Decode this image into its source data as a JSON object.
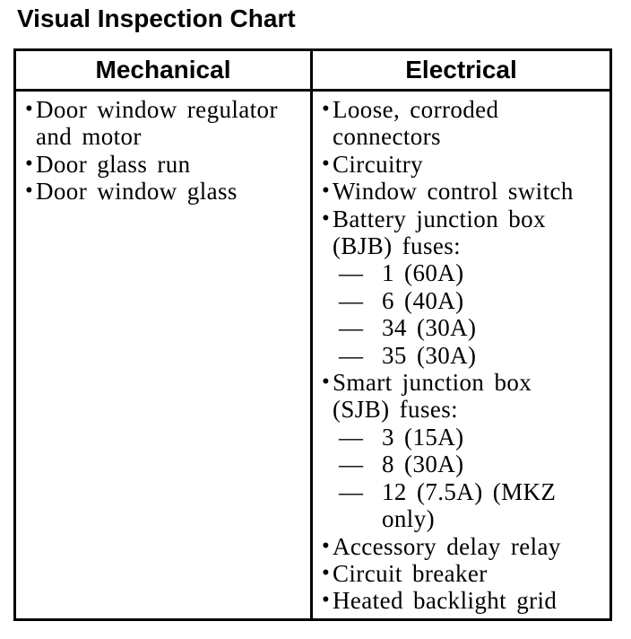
{
  "page": {
    "title": "Visual Inspection Chart",
    "background_color": "#ffffff",
    "text_color": "#000000",
    "border_color": "#000000"
  },
  "icons": {
    "bullet": "•",
    "dash": "—"
  },
  "table": {
    "columns": [
      {
        "header": "Mechanical",
        "items": [
          {
            "type": "bullet",
            "text": "Door window regulator\nand motor"
          },
          {
            "type": "bullet",
            "text": "Door glass run"
          },
          {
            "type": "bullet",
            "text": "Door window glass"
          }
        ]
      },
      {
        "header": "Electrical",
        "items": [
          {
            "type": "bullet",
            "text": "Loose, corroded\nconnectors"
          },
          {
            "type": "bullet",
            "text": "Circuitry"
          },
          {
            "type": "bullet",
            "text": "Window control switch"
          },
          {
            "type": "bullet",
            "text": "Battery junction box\n(BJB) fuses:"
          },
          {
            "type": "dash",
            "text": "1 (60A)"
          },
          {
            "type": "dash",
            "text": "6 (40A)"
          },
          {
            "type": "dash",
            "text": "34 (30A)"
          },
          {
            "type": "dash",
            "text": "35 (30A)"
          },
          {
            "type": "bullet",
            "text": "Smart junction box\n(SJB) fuses:"
          },
          {
            "type": "dash",
            "text": "3 (15A)"
          },
          {
            "type": "dash",
            "text": "8 (30A)"
          },
          {
            "type": "dash",
            "text": "12 (7.5A) (MKZ\nonly)"
          },
          {
            "type": "bullet",
            "text": "Accessory delay relay"
          },
          {
            "type": "bullet",
            "text": "Circuit breaker"
          },
          {
            "type": "bullet",
            "text": "Heated backlight grid"
          }
        ]
      }
    ]
  }
}
